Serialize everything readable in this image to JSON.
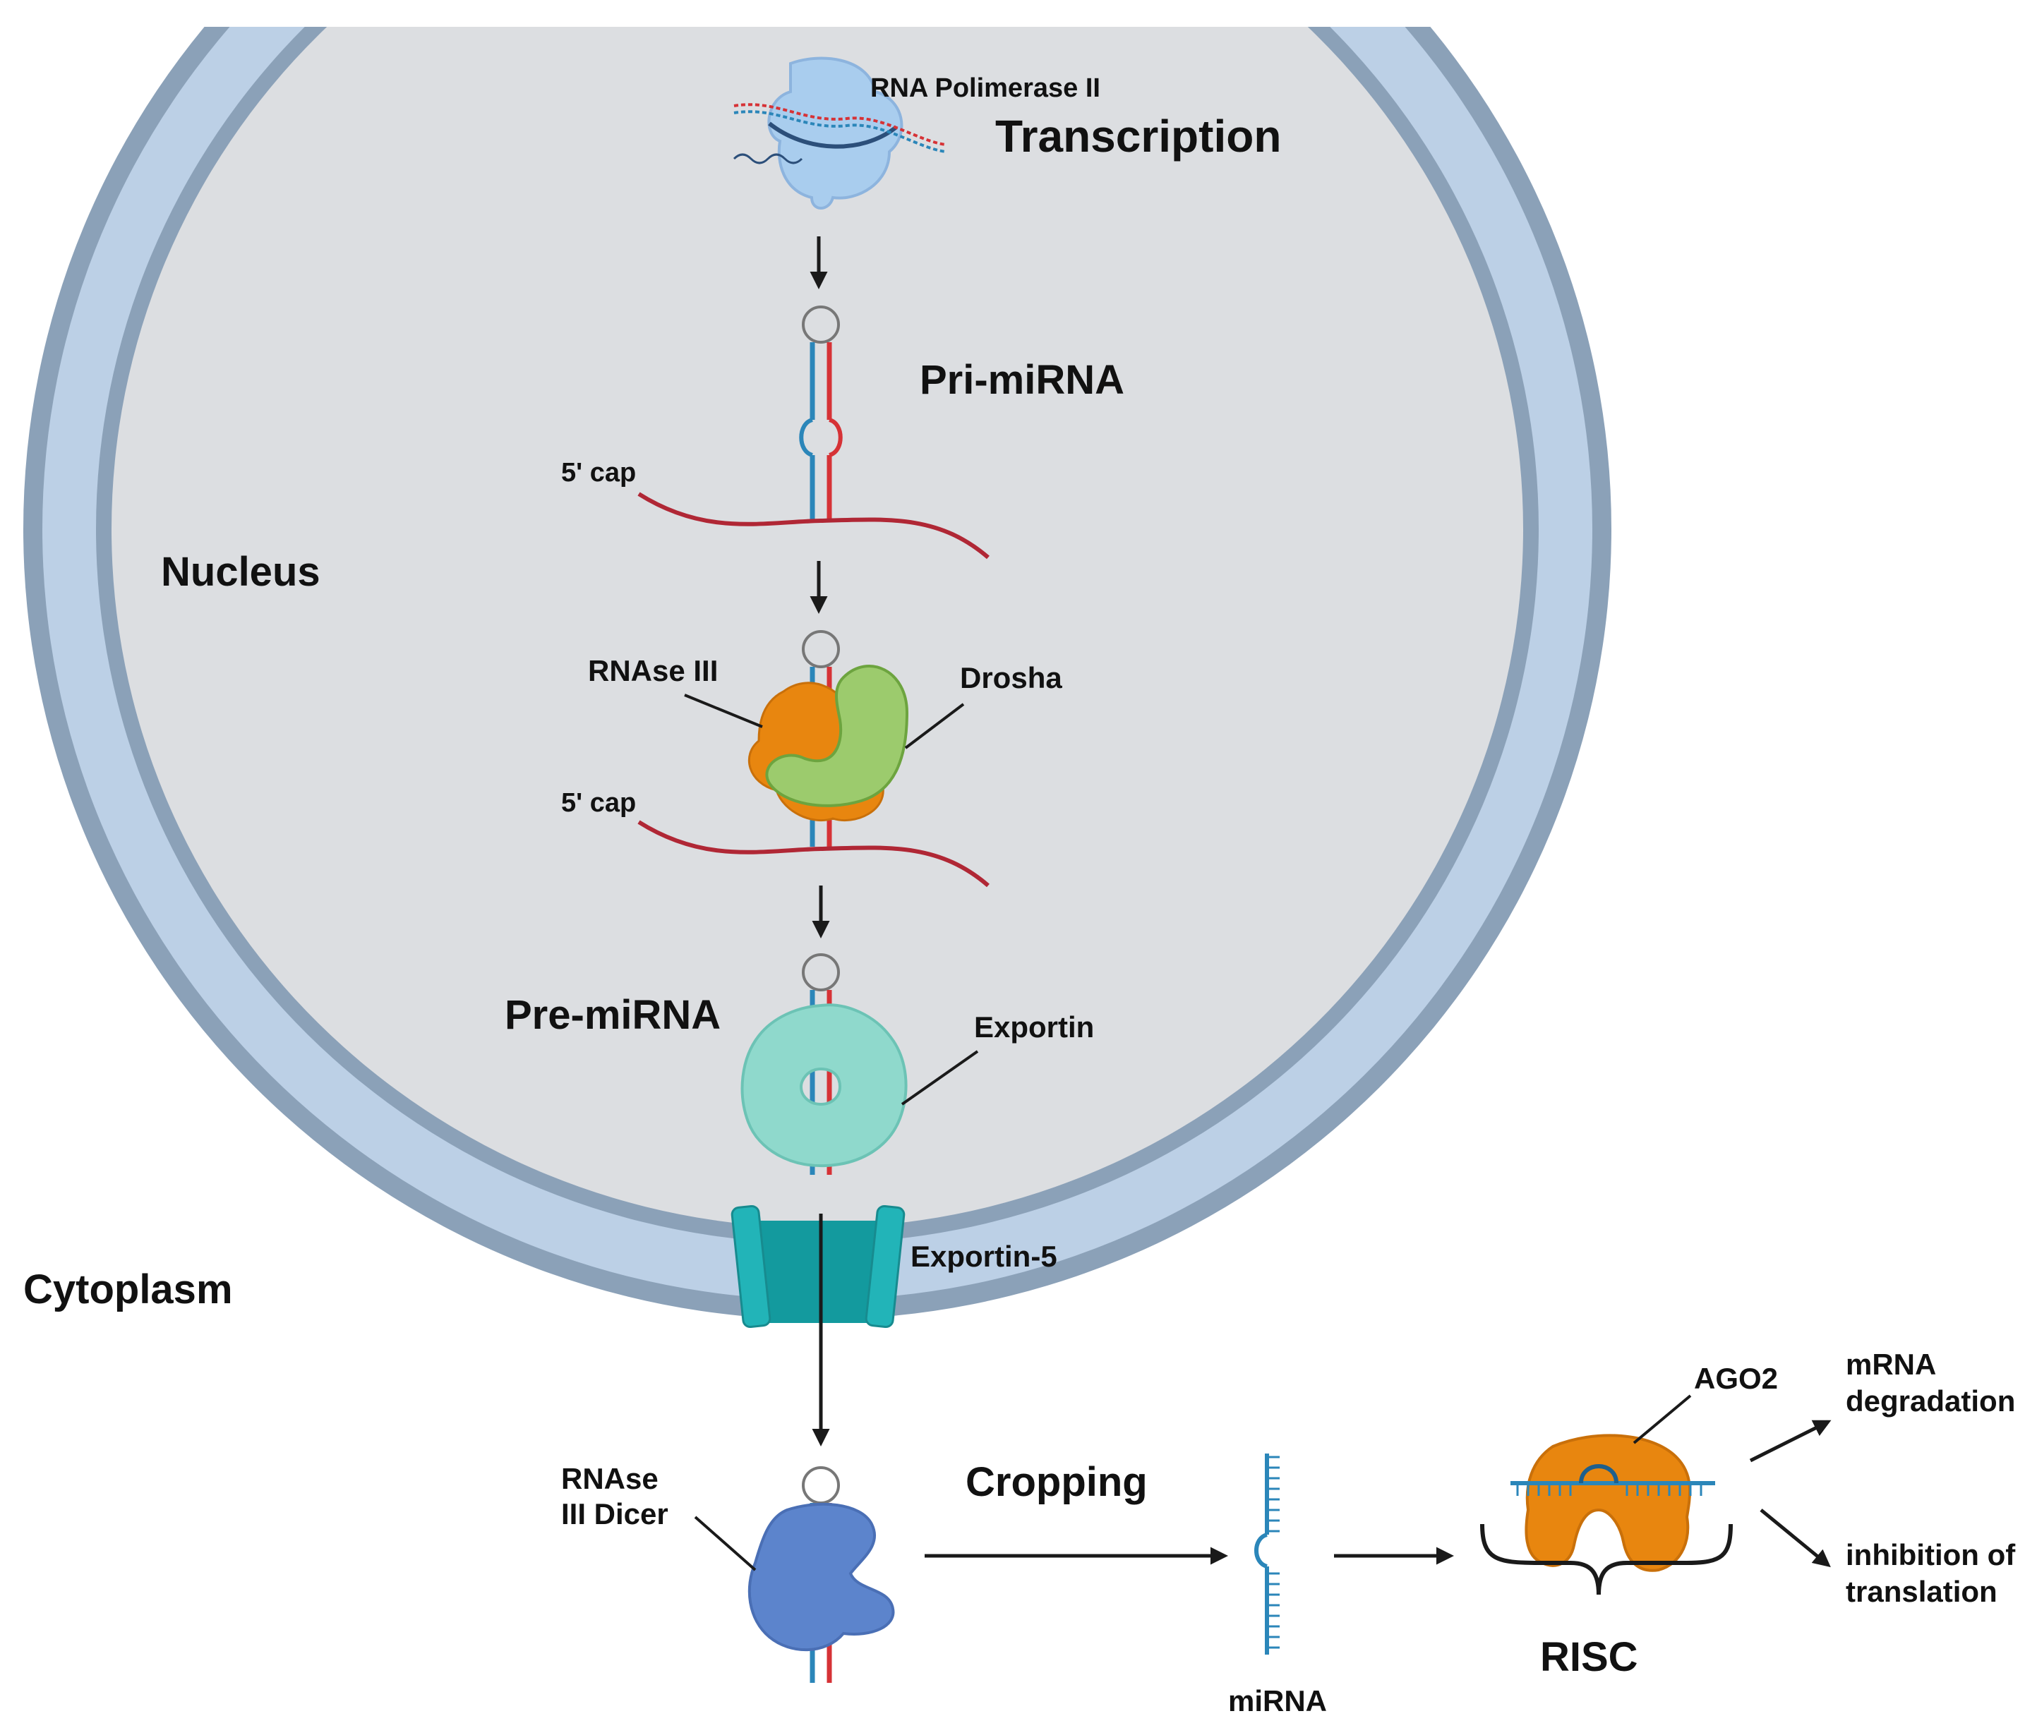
{
  "labels": {
    "rna_polymerase": "RNA Polimerase II",
    "transcription": "Transcription",
    "pri_mirna": "Pri-miRNA",
    "cap_1": "5' cap",
    "nucleus": "Nucleus",
    "rnase_iii": "RNAse III",
    "drosha": "Drosha",
    "cap_2": "5' cap",
    "pre_mirna": "Pre-miRNA",
    "exportin": "Exportin",
    "exportin5": "Exportin-5",
    "cytoplasm": "Cytoplasm",
    "rnase_iii_dicer_line1": "RNAse",
    "rnase_iii_dicer_line2": "III Dicer",
    "cropping": "Cropping",
    "mirna": "miRNA",
    "ago2": "AGO2",
    "risc": "RISC",
    "mrna_degradation_line1": "mRNA",
    "mrna_degradation_line2": "degradation",
    "inhibition_line1": "inhibition of",
    "inhibition_line2": "translation"
  },
  "colors": {
    "membrane_outer": "#8ba1b8",
    "membrane_inner": "#bcd0e6",
    "nucleus_fill": "#dcdee1",
    "rna_strand": "#b02735",
    "stem_blue": "#2b86b9",
    "stem_red": "#d63236",
    "drosha": "#9ccb6d",
    "rnase": "#e8860f",
    "exportin": "#8fd9cc",
    "exportin5": "#22b4b8",
    "dicer": "#5c84cc",
    "ago2": "#e8860f",
    "arrow": "#1a1a1a"
  }
}
